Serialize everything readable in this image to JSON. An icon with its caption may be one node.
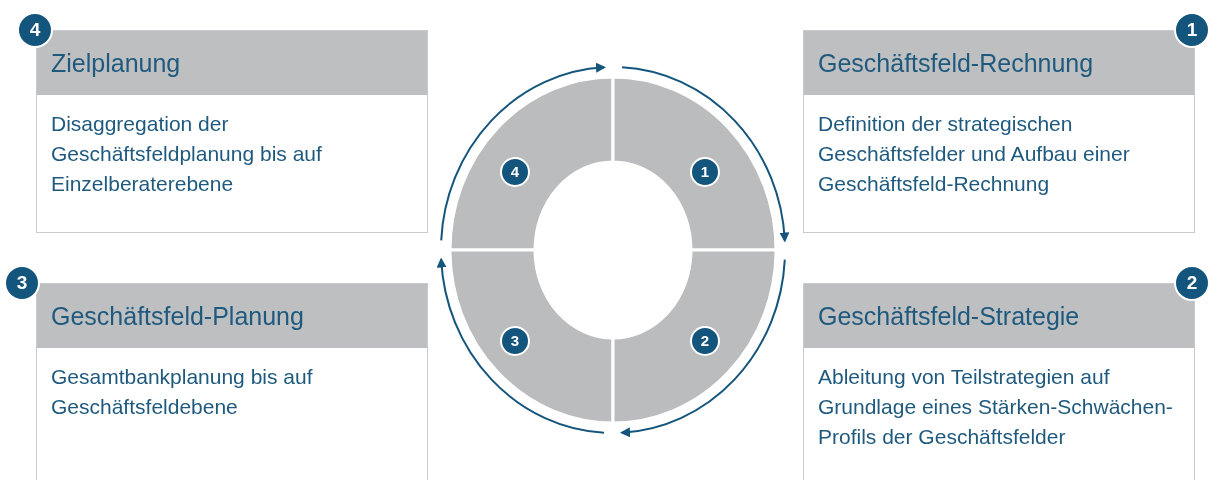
{
  "diagram": {
    "nodes": [
      {
        "text": [
          "Zielplanung",
          "Disaggregation der Geschäftsfeldplanung bis auf Einzelberaterebene"
        ]
      },
      {
        "text": [
          "4"
        ]
      },
      {
        "text": [
          "4"
        ]
      },
      {
        "text": [
          "1"
        ]
      },
      {
        "text": [
          "Geschäftsfeld-Rechnung",
          "Definition der strategischen Geschäftsfelder und Aufbau einer Geschäftsfeld-Rechnung"
        ]
      },
      {
        "text": [
          "1"
        ]
      },
      {
        "text": [
          "Geschäftsfeld-Planung",
          "Gesamtbankplanung bis auf Geschäftsfeldebene"
        ]
      },
      {
        "text": [
          "3"
        ]
      },
      {
        "text": [
          "3"
        ]
      },
      {
        "text": [
          "2"
        ]
      },
      {
        "text": [
          "Geschäftsfeld-Strategie",
          "Ableitung von Teilstrategien auf Grundlage eines Stärken-Schwächen-Profils der Geschäftsfelder"
        ]
      },
      {
        "text": [
          "2"
        ]
      }
    ],
    "edges": [
      {
        "from": 2,
        "to": 3,
        "arrow": "to"
      },
      {
        "from": 3,
        "to": 9,
        "arrow": "to"
      },
      {
        "from": 9,
        "to": 8,
        "arrow": "to"
      },
      {
        "from": 8,
        "to": 2,
        "arrow": "to"
      }
    ]
  }
}
